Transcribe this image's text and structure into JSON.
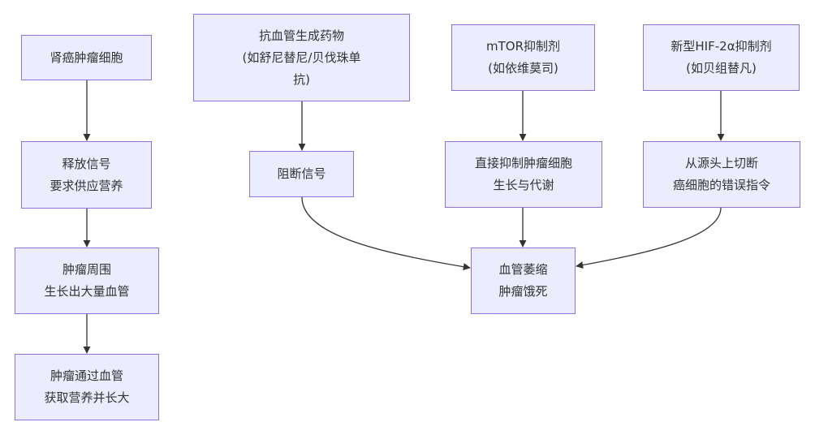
{
  "nodes": {
    "kidney_cancer_cell": {
      "lines": [
        "肾癌肿瘤细胞"
      ]
    },
    "release_signal": {
      "lines": [
        "释放信号",
        "要求供应营养"
      ]
    },
    "vessel_growth": {
      "lines": [
        "肿瘤周围",
        "生长出大量血管"
      ]
    },
    "tumor_nutrition": {
      "lines": [
        "肿瘤通过血管",
        "获取营养并长大"
      ]
    },
    "antiangiogenic_drug": {
      "lines": [
        "抗血管生成药物",
        "(如舒尼替尼/贝伐珠单",
        "抗)"
      ]
    },
    "block_signal": {
      "lines": [
        "阻断信号"
      ]
    },
    "mtor_inhibitor": {
      "lines": [
        "mTOR抑制剂",
        "(如依维莫司)"
      ]
    },
    "direct_inhibit": {
      "lines": [
        "直接抑制肿瘤细胞",
        "生长与代谢"
      ]
    },
    "hif2a_inhibitor": {
      "lines": [
        "新型HIF-2α抑制剂",
        "(如贝组替凡)"
      ]
    },
    "cut_error_instruction": {
      "lines": [
        "从源头上切断",
        "癌细胞的错误指令"
      ]
    },
    "vessel_atrophy": {
      "lines": [
        "血管萎缩",
        "肿瘤饿死"
      ]
    }
  },
  "edges": [
    {
      "from": "kidney_cancer_cell",
      "to": "release_signal"
    },
    {
      "from": "release_signal",
      "to": "vessel_growth"
    },
    {
      "from": "vessel_growth",
      "to": "tumor_nutrition"
    },
    {
      "from": "antiangiogenic_drug",
      "to": "block_signal"
    },
    {
      "from": "mtor_inhibitor",
      "to": "direct_inhibit"
    },
    {
      "from": "hif2a_inhibitor",
      "to": "cut_error_instruction"
    },
    {
      "from": "block_signal",
      "to": "vessel_atrophy"
    },
    {
      "from": "direct_inhibit",
      "to": "vessel_atrophy"
    },
    {
      "from": "cut_error_instruction",
      "to": "vessel_atrophy"
    }
  ]
}
